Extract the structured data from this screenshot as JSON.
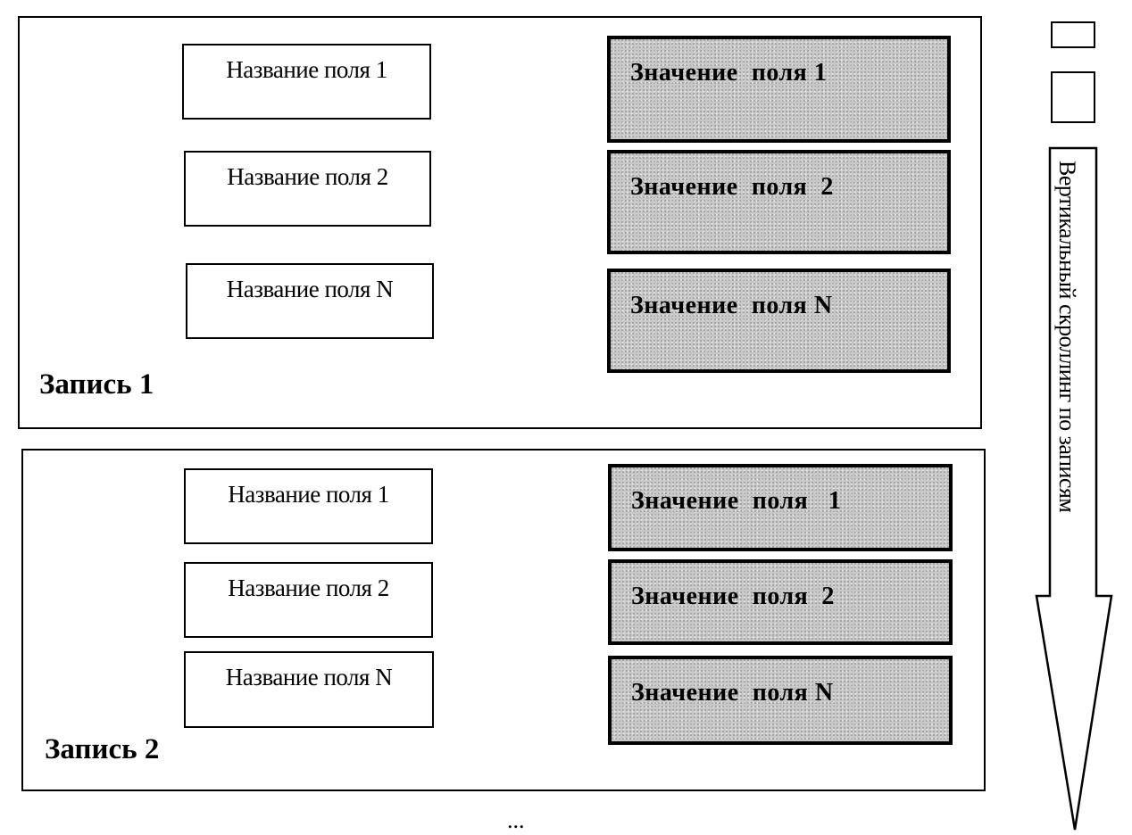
{
  "records": [
    {
      "label": "Запись 1",
      "fields": [
        {
          "name": "Название поля 1",
          "value": "Значение  поля 1"
        },
        {
          "name": "Название поля 2",
          "value": "Значение  поля  2"
        },
        {
          "name": "Название поля N",
          "value": "Значение  поля N"
        }
      ]
    },
    {
      "label": "Запись 2",
      "fields": [
        {
          "name": "Название поля 1",
          "value": "Значение  поля   1"
        },
        {
          "name": "Название поля 2",
          "value": "Значение  поля  2"
        },
        {
          "name": "Название поля N",
          "value": "Значение  поля N"
        }
      ]
    }
  ],
  "scroll": {
    "label": "Вертикальный скроллинг по записям"
  },
  "ellipsis": "..."
}
